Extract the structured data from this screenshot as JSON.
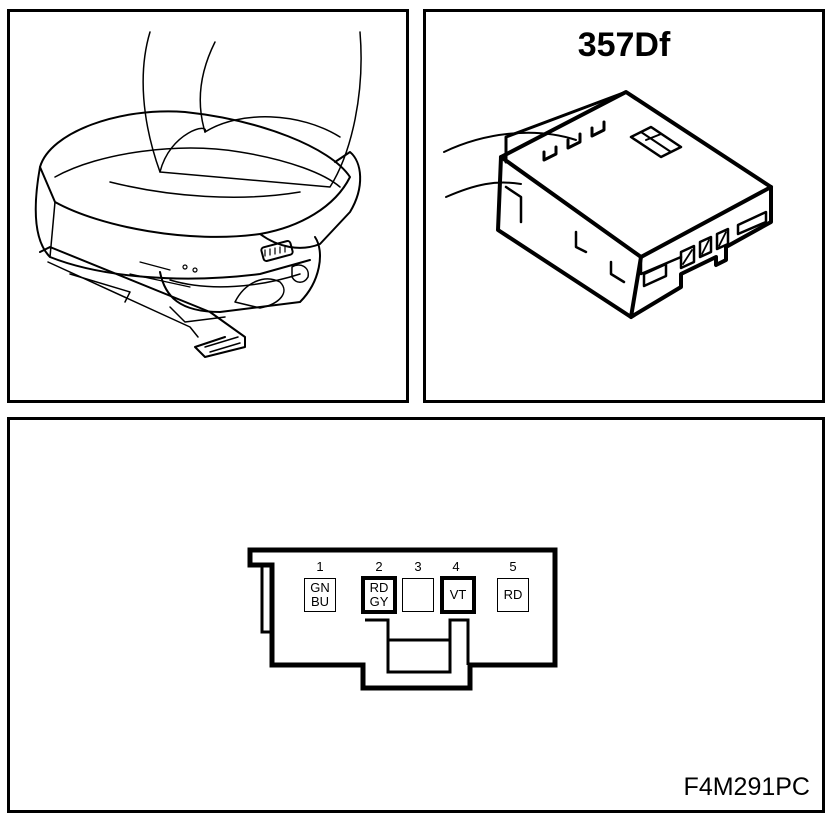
{
  "connector": {
    "id": "357Df"
  },
  "figure_id": "F4M291PC",
  "pins": [
    {
      "number": "1",
      "color": "GN\nBU"
    },
    {
      "number": "2",
      "color": "RD\nGY"
    },
    {
      "number": "3",
      "color": ""
    },
    {
      "number": "4",
      "color": "VT"
    },
    {
      "number": "5",
      "color": "RD"
    }
  ]
}
